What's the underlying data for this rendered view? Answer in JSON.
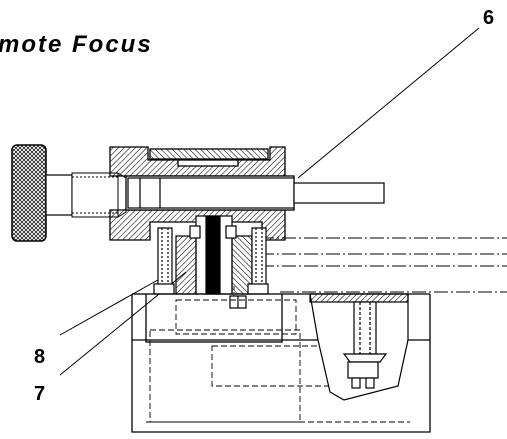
{
  "title": "mote Focus",
  "callouts": {
    "six": "6",
    "eight": "8",
    "seven": "7"
  },
  "colors": {
    "ink": "#000000",
    "paper": "#ffffff"
  }
}
